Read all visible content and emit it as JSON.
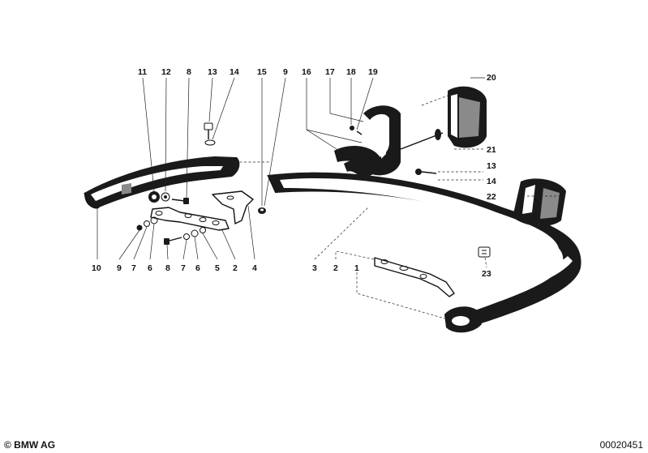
{
  "footer": {
    "copyright": "© BMW AG",
    "document_number": "00020451"
  },
  "callouts": [
    {
      "id": "c11a",
      "label": "11"
    },
    {
      "id": "c12a",
      "label": "12"
    },
    {
      "id": "c8a",
      "label": "8"
    },
    {
      "id": "c13a",
      "label": "13"
    },
    {
      "id": "c14a",
      "label": "14"
    },
    {
      "id": "c15",
      "label": "15"
    },
    {
      "id": "c9a",
      "label": "9"
    },
    {
      "id": "c16",
      "label": "16"
    },
    {
      "id": "c17",
      "label": "17"
    },
    {
      "id": "c18",
      "label": "18"
    },
    {
      "id": "c19",
      "label": "19"
    },
    {
      "id": "c20",
      "label": "20"
    },
    {
      "id": "c21",
      "label": "21"
    },
    {
      "id": "c13b",
      "label": "13"
    },
    {
      "id": "c14b",
      "label": "14"
    },
    {
      "id": "c22",
      "label": "22"
    },
    {
      "id": "c23",
      "label": "23"
    },
    {
      "id": "c10",
      "label": "10"
    },
    {
      "id": "c9b",
      "label": "9"
    },
    {
      "id": "c7a",
      "label": "7"
    },
    {
      "id": "c6a",
      "label": "6"
    },
    {
      "id": "c8b",
      "label": "8"
    },
    {
      "id": "c7b",
      "label": "7"
    },
    {
      "id": "c6b",
      "label": "6"
    },
    {
      "id": "c5",
      "label": "5"
    },
    {
      "id": "c2a",
      "label": "2"
    },
    {
      "id": "c4",
      "label": "4"
    },
    {
      "id": "c3",
      "label": "3"
    },
    {
      "id": "c2b",
      "label": "2"
    },
    {
      "id": "c1",
      "label": "1"
    }
  ]
}
